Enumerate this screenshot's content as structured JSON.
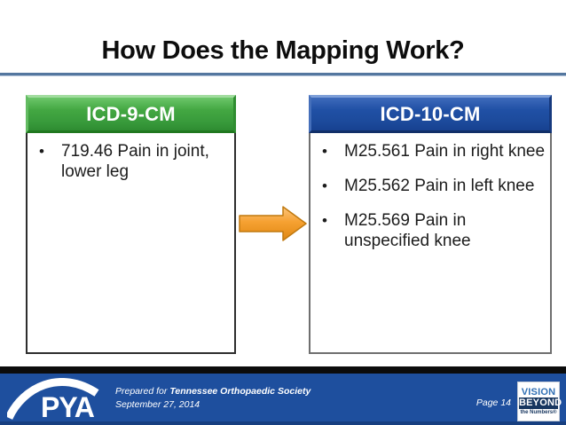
{
  "title": "How Does the Mapping Work?",
  "mapping": {
    "source": {
      "header": "ICD-9-CM",
      "items": [
        "719.46 Pain in joint, lower leg"
      ]
    },
    "target": {
      "header": "ICD-10-CM",
      "items": [
        "M25.561 Pain in right knee",
        "M25.562 Pain in left knee",
        "M25.569 Pain in unspecified knee"
      ]
    },
    "arrow_icon": "right-arrow"
  },
  "footer": {
    "pya_logo": "PYA",
    "prepared_prefix": "Prepared for",
    "prepared_org": "Tennessee Orthopaedic Society",
    "date": "September 27, 2014",
    "page": "Page 14",
    "vision_logo": {
      "vision": "VISION",
      "beyond": "BEYOND",
      "tagline": "the Numbers®"
    }
  },
  "colors": {
    "icd9_header_green": "#3FA33E",
    "icd10_header_blue": "#1D4FA3",
    "footer_blue": "#1E4F9E",
    "arrow_orange": "#F29A1C",
    "title_rule_blue": "#54779F"
  }
}
